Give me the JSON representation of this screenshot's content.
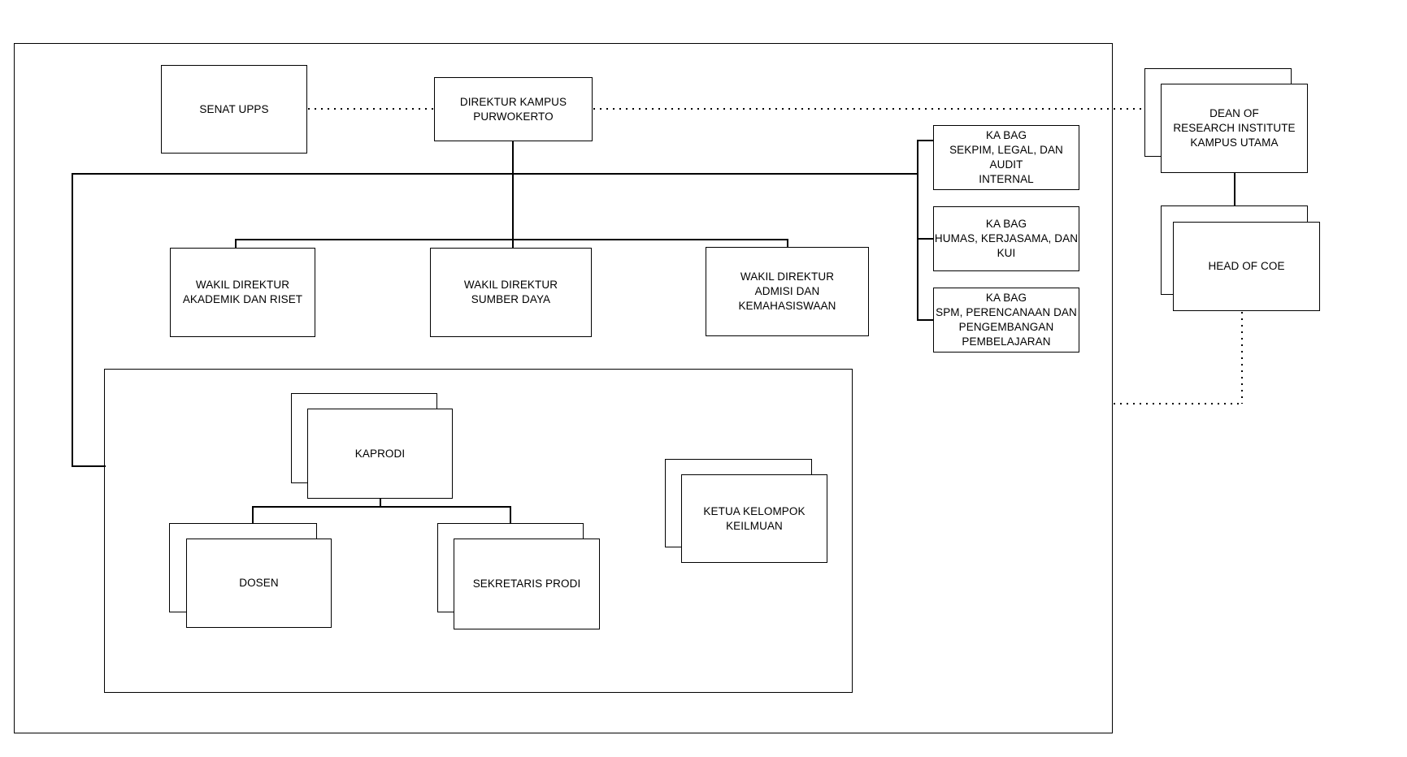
{
  "diagram_type": "organizational-chart",
  "colors": {
    "background": "#ffffff",
    "line": "#000000",
    "box_border": "#000000",
    "box_fill": "#ffffff",
    "text": "#000000"
  },
  "nodes": {
    "senat": "SENAT UPPS",
    "direktur": "DIREKTUR KAMPUS\nPURWOKERTO",
    "wakil_akademik": "WAKIL DIREKTUR\nAKADEMIK DAN RISET",
    "wakil_sumber": "WAKIL DIREKTUR\nSUMBER DAYA",
    "wakil_admisi": "WAKIL DIREKTUR\nADMISI DAN KEMAHASISWAAN",
    "kabag_sekpim": "KA BAG\nSEKPIM, LEGAL, DAN AUDIT\nINTERNAL",
    "kabag_humas": "KA BAG\nHUMAS, KERJASAMA, DAN\nKUI",
    "kabag_spm": "KA BAG\nSPM, PERENCANAAN DAN\nPENGEMBANGAN\nPEMBELAJARAN",
    "kaprodi": "KAPRODI",
    "dosen": "DOSEN",
    "sekretaris": "SEKRETARIS PRODI",
    "ketua_kelompok": "KETUA KELOMPOK\nKEILMUAN",
    "dean": "DEAN OF\nRESEARCH INSTITUTE\nKAMPUS UTAMA",
    "head_coe": "HEAD OF COE"
  },
  "stacked_nodes": [
    "kaprodi",
    "dosen",
    "sekretaris",
    "ketua_kelompok",
    "dean",
    "head_coe"
  ],
  "edges": [
    {
      "from": "senat",
      "to": "direktur",
      "style": "dotted"
    },
    {
      "from": "direktur",
      "to": "dean",
      "style": "dotted"
    },
    {
      "from": "direktur",
      "to": "wakil_akademik",
      "style": "solid"
    },
    {
      "from": "direktur",
      "to": "wakil_sumber",
      "style": "solid"
    },
    {
      "from": "direktur",
      "to": "wakil_admisi",
      "style": "solid"
    },
    {
      "from": "direktur",
      "to": "kabag_sekpim",
      "style": "solid"
    },
    {
      "from": "direktur",
      "to": "kabag_humas",
      "style": "solid"
    },
    {
      "from": "direktur",
      "to": "kabag_spm",
      "style": "solid"
    },
    {
      "from": "direktur",
      "to": "prodi_group",
      "style": "solid"
    },
    {
      "from": "kaprodi",
      "to": "dosen",
      "style": "solid"
    },
    {
      "from": "kaprodi",
      "to": "sekretaris",
      "style": "solid"
    },
    {
      "from": "dean",
      "to": "head_coe",
      "style": "solid"
    },
    {
      "from": "head_coe",
      "to": "outer_boundary",
      "style": "dotted"
    }
  ]
}
